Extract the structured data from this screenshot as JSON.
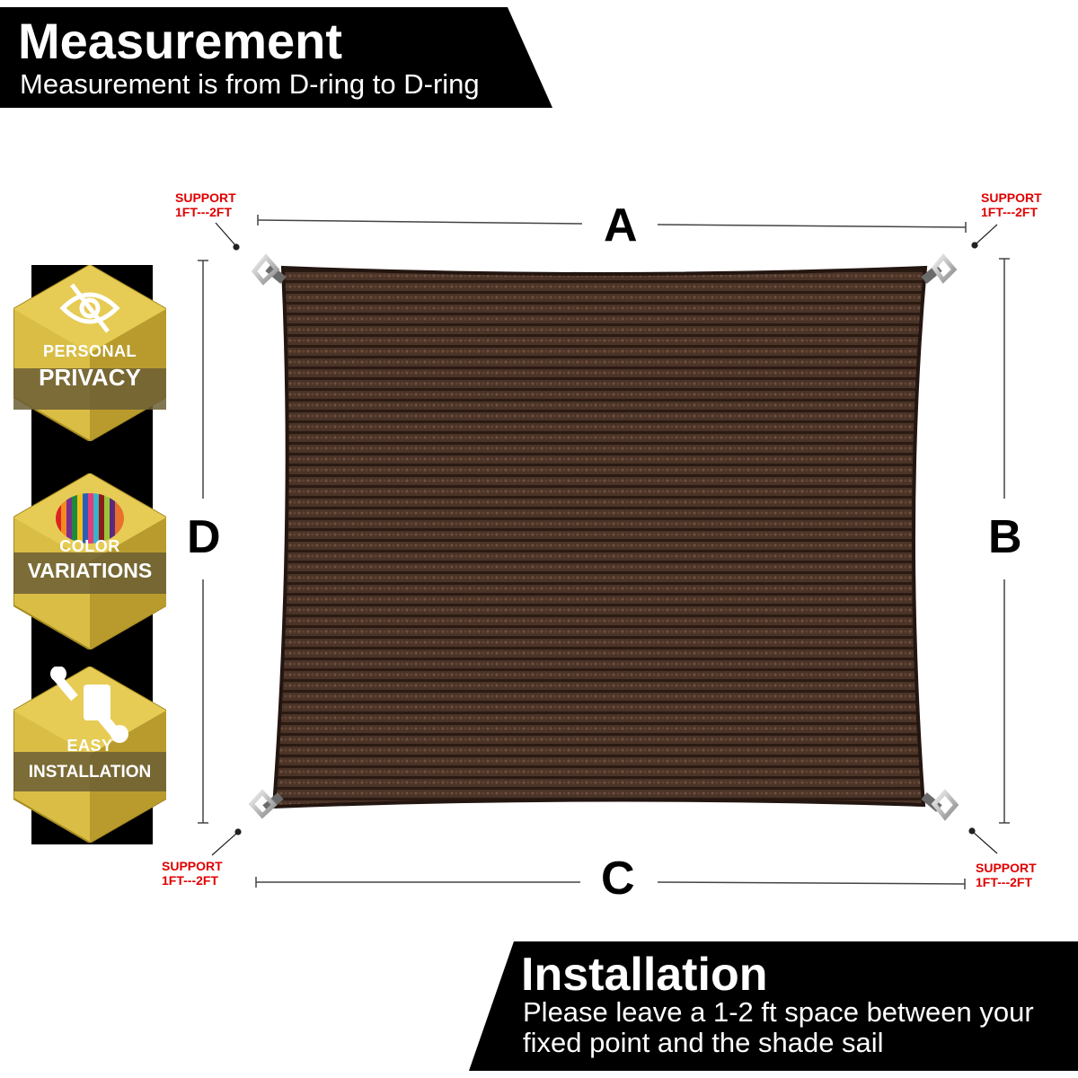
{
  "header": {
    "title": "Measurement",
    "subtitle": "Measurement is from D-ring to D-ring"
  },
  "features": [
    {
      "top": "PERSONAL",
      "main": "PRIVACY",
      "icon": "eye-slash-icon"
    },
    {
      "top": "COLOR",
      "main": "VARIATIONS",
      "icon": "color-swatch-icon"
    },
    {
      "top": "EASY",
      "main": "INSTALLATION",
      "icon": "tools-icon"
    }
  ],
  "dimensions": {
    "top": "A",
    "right": "B",
    "bottom": "C",
    "left": "D"
  },
  "supports": {
    "top_left": {
      "line1": "SUPPORT",
      "line2": "1FT---2FT"
    },
    "top_right": {
      "line1": "SUPPORT",
      "line2": "1FT---2FT"
    },
    "bottom_left": {
      "line1": "SUPPORT",
      "line2": "1FT---2FT"
    },
    "bottom_right": {
      "line1": "SUPPORT",
      "line2": "1FT---2FT"
    }
  },
  "installation": {
    "title": "Installation",
    "description": "Please leave a 1-2 ft space between your fixed point and the shade sail"
  },
  "colors": {
    "sail": "#4a3327",
    "badge_gold": "#c9ad3a",
    "support_text": "#e00000"
  }
}
